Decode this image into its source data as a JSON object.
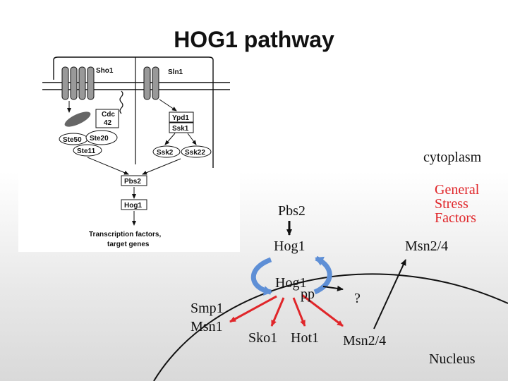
{
  "title": "HOG1 pathway",
  "inset": {
    "receptors": [
      "Sho1",
      "Sln1"
    ],
    "left_branch": [
      "Cdc",
      "42",
      "Ste50",
      "Ste20",
      "Ste11"
    ],
    "right_branch": [
      "Ypd1",
      "Ssk1",
      "Ssk2",
      "Ssk22"
    ],
    "pbs2": "Pbs2",
    "hog1": "Hog1",
    "output_line1": "Transcription factors,",
    "output_line2": "target genes"
  },
  "labels": {
    "cytoplasm": "cytoplasm",
    "general_stress_factors": "General\nStress\nFactors",
    "pbs2": "Pbs2",
    "hog1": "Hog1",
    "msn24_top": "Msn2/4",
    "hog1_pp_name": "Hog1",
    "hog1_pp_suffix": "pp",
    "question": "?",
    "smp1_msn1": "Smp1\nMsn1",
    "sko1": "Sko1",
    "hot1": "Hot1",
    "msn24_bottom": "Msn2/4",
    "nucleus": "Nucleus"
  },
  "colors": {
    "red_arrow": "#e0262a",
    "general_stress_text": "#e0262a",
    "cycle_blue": "#5e8fd6",
    "black_arrow": "#111111"
  }
}
